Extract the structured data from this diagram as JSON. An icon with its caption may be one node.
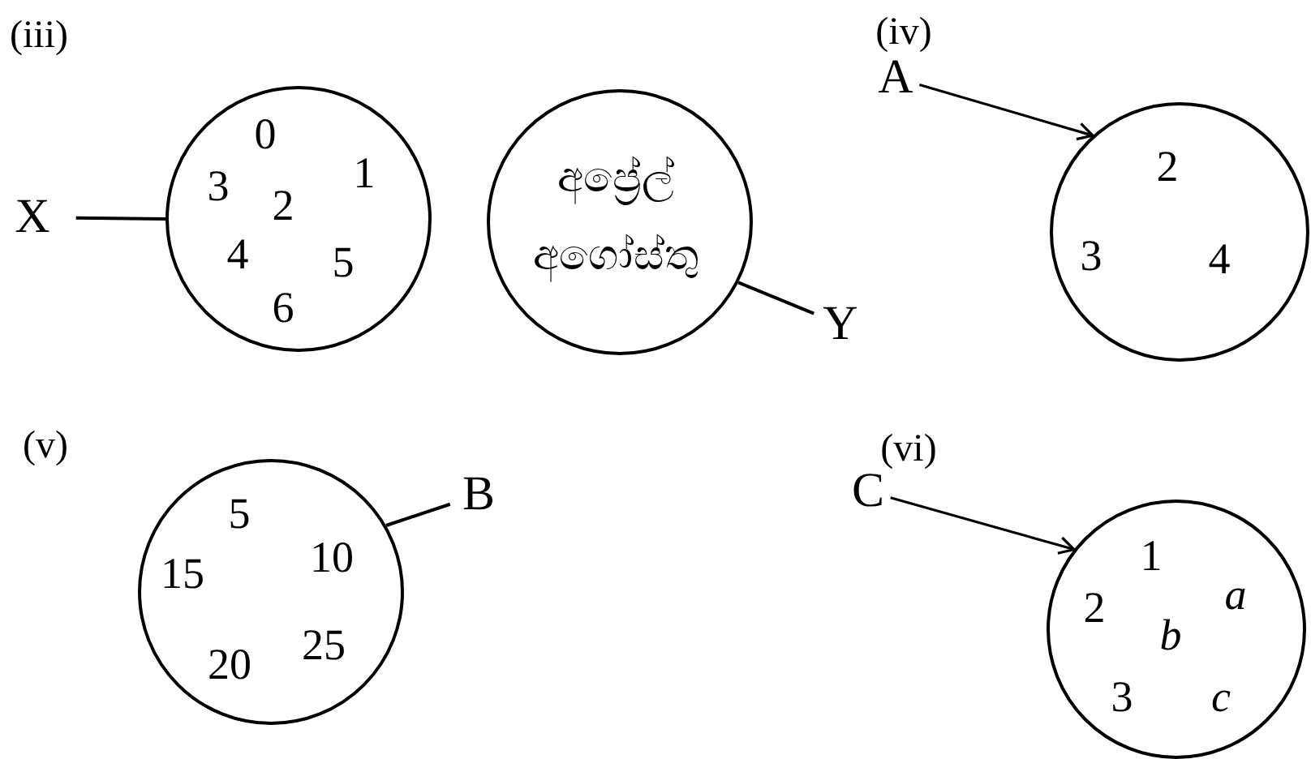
{
  "diagram": {
    "nodes": [
      {
        "text": [
          "0",
          "1",
          "3",
          "2",
          "4",
          "5",
          "6"
        ]
      },
      {
        "text": [
          "X"
        ]
      },
      {
        "text": [
          "අප්‍රේල්",
          "අගෝස්තු"
        ]
      },
      {
        "text": [
          "Y"
        ]
      },
      {
        "text": [
          "A"
        ]
      },
      {
        "text": [
          "2",
          "3",
          "4"
        ]
      },
      {
        "text": [
          "5",
          "10",
          "15",
          "25",
          "20"
        ]
      },
      {
        "text": [
          "B"
        ]
      },
      {
        "text": [
          "C"
        ]
      },
      {
        "text": [
          "1",
          "a",
          "2",
          "b",
          "3",
          "c"
        ]
      }
    ],
    "edges": [
      {
        "from": 1,
        "to": 0,
        "arrow": "none"
      },
      {
        "from": 3,
        "to": 2,
        "arrow": "none"
      },
      {
        "from": 4,
        "to": 5,
        "arrow": "to"
      },
      {
        "from": 7,
        "to": 6,
        "arrow": "none"
      },
      {
        "from": 8,
        "to": 9,
        "arrow": "to"
      }
    ],
    "labels": [
      "(iii)",
      "(iv)",
      "(v)",
      "(vi)"
    ]
  }
}
